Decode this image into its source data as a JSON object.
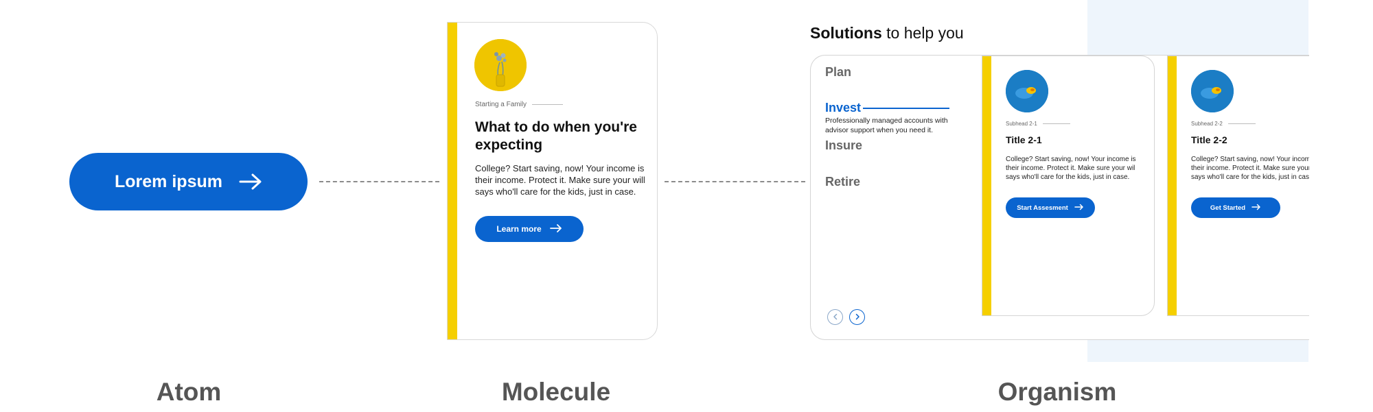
{
  "atom": {
    "button_label": "Lorem ipsum",
    "button_icon": "arrow-right-icon",
    "caption": "Atom"
  },
  "molecule": {
    "eyebrow": "Starting a Family",
    "title": "What to do when you're expecting",
    "body": "College? Start saving, now! Your income is their income. Protect it. Make sure your will says who'll care for the kids, just in case.",
    "button_label": "Learn more",
    "avatar_icon": "flower-vase-image",
    "caption": "Molecule"
  },
  "organism": {
    "heading_bold": "Solutions",
    "heading_rest": " to help you",
    "nav": [
      {
        "label": "Plan"
      },
      {
        "label": "Invest",
        "description": "Professionally managed accounts with advisor support when you need it."
      },
      {
        "label": "Insure"
      },
      {
        "label": "Retire"
      }
    ],
    "cards": [
      {
        "eyebrow": "Subhead 2-1",
        "title": "Title 2-1",
        "body": "College? Start saving, now! Your income is their income. Protect it. Make sure your wil says who'll care for the kids, just in case.",
        "cta": "Start Assesment"
      },
      {
        "eyebrow": "Subhead 2-2",
        "title": "Title 2-2",
        "body": "College? Start saving, now! Your income is their income. Protect it. Make sure your will says who'll care for the kids, just in case.",
        "cta": "Get Started"
      }
    ],
    "prev_icon": "chevron-left-icon",
    "next_icon": "chevron-right-icon",
    "caption": "Organism"
  },
  "colors": {
    "primary_blue": "#0a64cf",
    "accent_yellow": "#f5cf00",
    "light_blue_bg": "#eef5fc",
    "caption_gray": "#555555"
  }
}
